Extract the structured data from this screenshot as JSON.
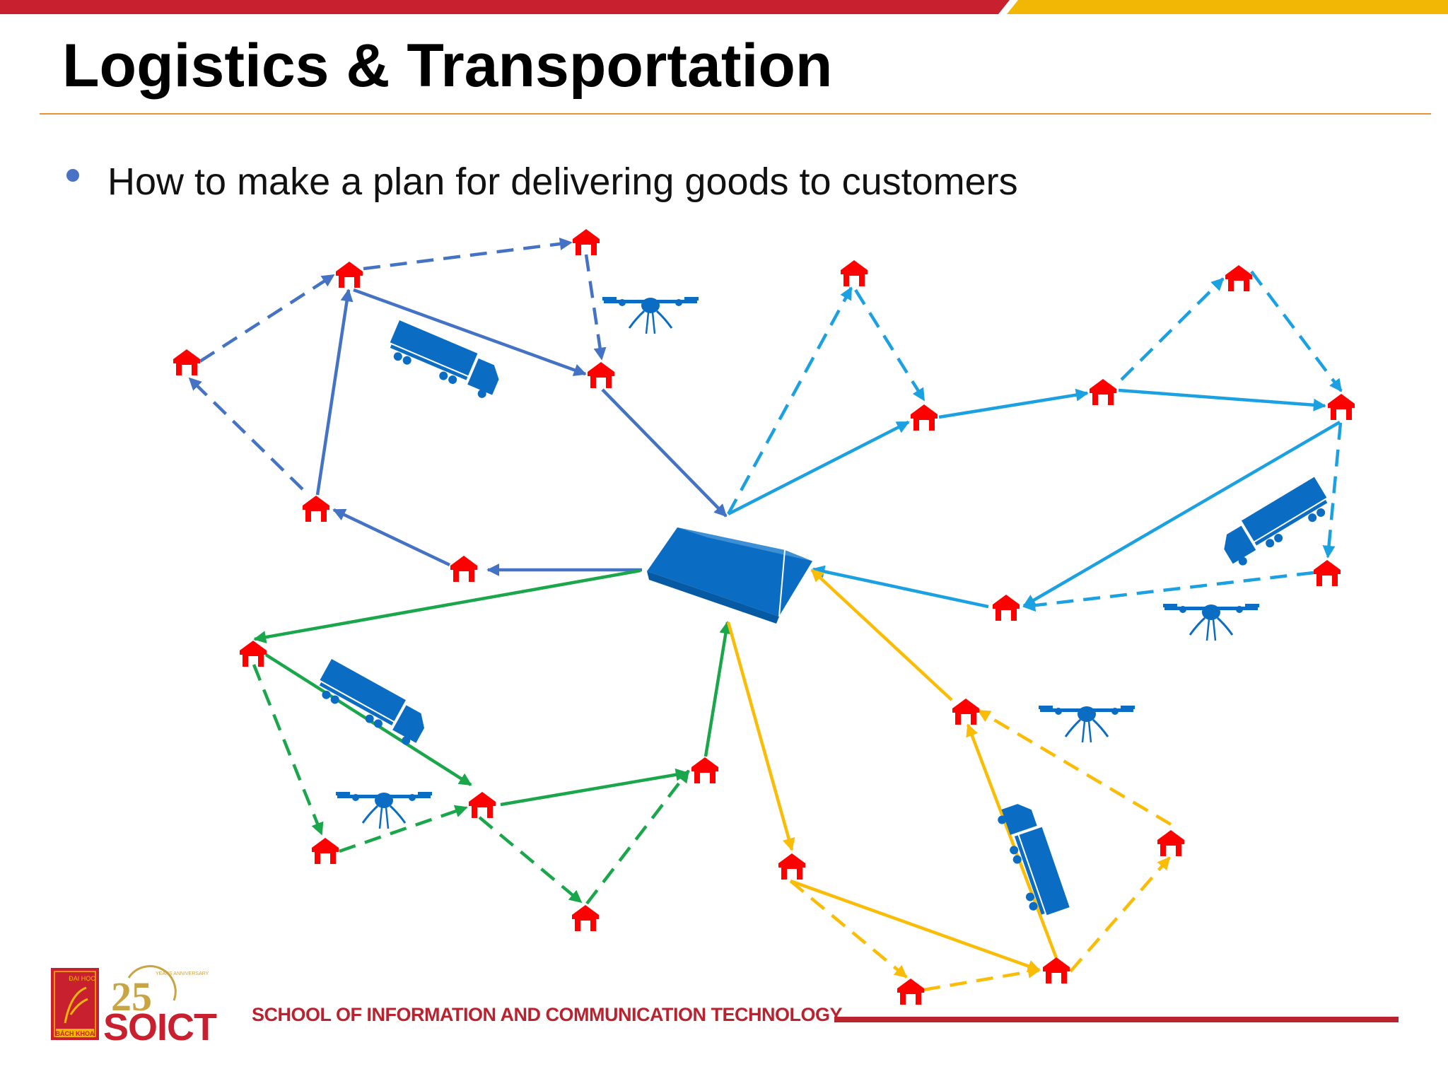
{
  "slide": {
    "title": "Logistics & Transportation",
    "bullet": "How to make a plan for delivering goods to customers"
  },
  "footer": {
    "school": "SCHOOL OF INFORMATION AND COMMUNICATION TECHNOLOGY",
    "logo_text": {
      "seal_top": "ĐẠI HỌC",
      "seal_bottom": "BÁCH KHOA",
      "anniversary_number": "25",
      "anniversary_arc": "YEARS ANNIVERSARY",
      "brand": "SOICT"
    }
  },
  "colors": {
    "top_bar_red": "#c8202f",
    "top_bar_yellow": "#f2b705",
    "title_rule": "#e8933a",
    "bullet": "#4a72c4",
    "route_dark_blue": "#4472c4",
    "route_light_blue": "#1ba1e2",
    "route_green": "#1aa64a",
    "route_yellow": "#fbbc05",
    "customer": "#ff0000",
    "vehicle": "#0a6cc2",
    "footer_red": "#b8232f"
  },
  "icons": {
    "customer": "house-icon",
    "depot": "warehouse-icon",
    "truck": "truck-icon",
    "drone": "drone-icon"
  }
}
